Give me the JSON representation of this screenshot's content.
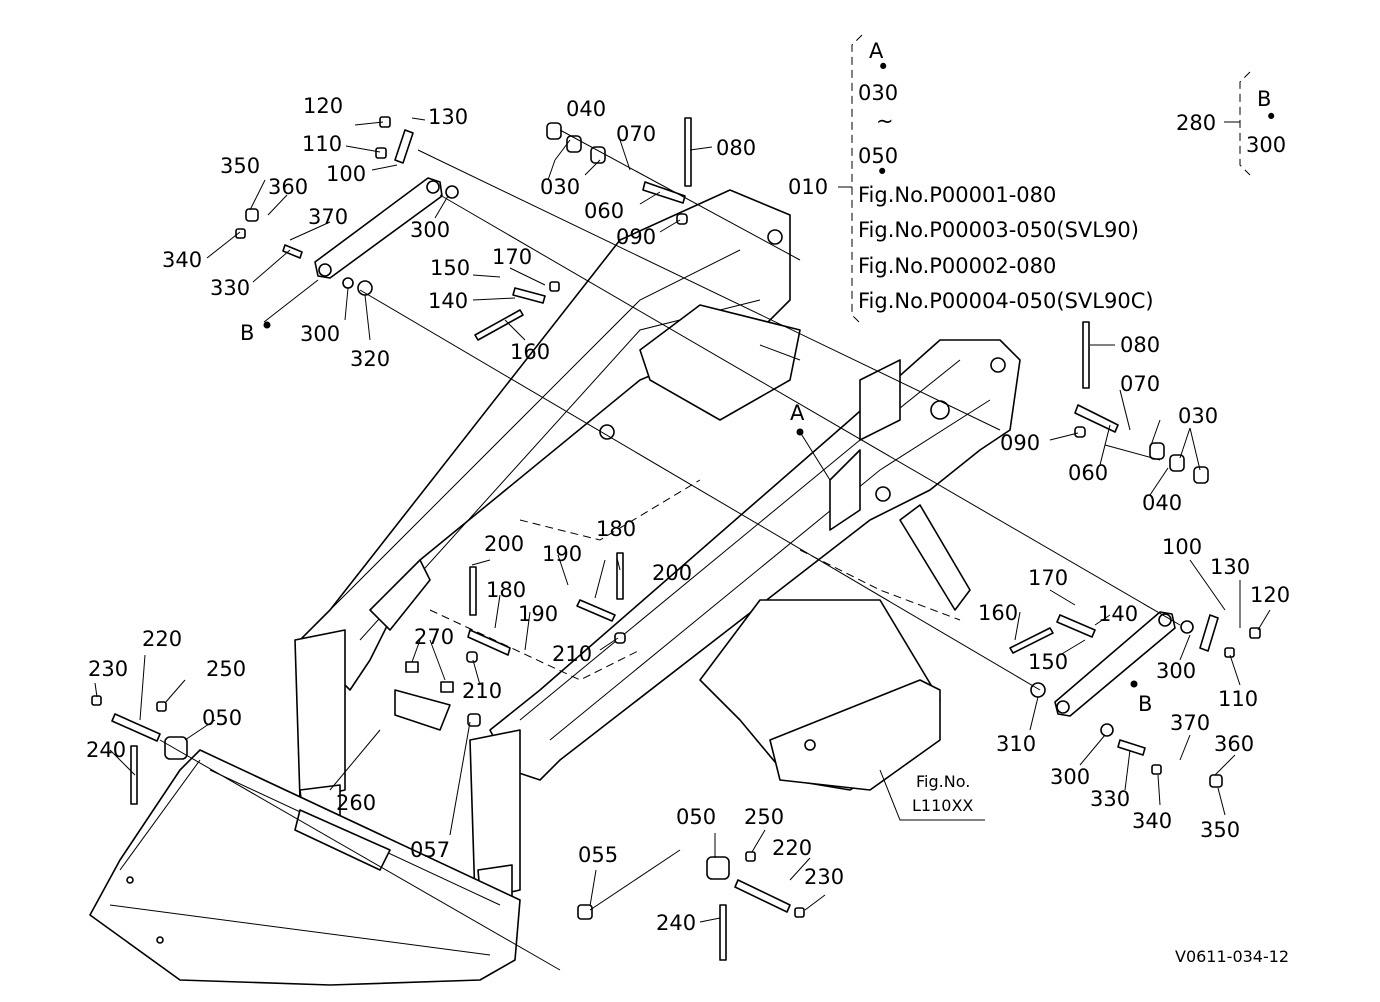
{
  "diagram": {
    "drawing_number": "V0611-034-12",
    "ref_box": {
      "fig_label_line1": "Fig.No.",
      "fig_label_line2": "L110XX"
    },
    "group_a": {
      "label": "A",
      "dot": "•",
      "line1": "030",
      "tilde": "~",
      "line2": "050"
    },
    "group_b": {
      "lead": "280",
      "label": "B",
      "dot": "•",
      "line1": "300"
    },
    "main_ref": {
      "number": "010",
      "figs": [
        "Fig.No.P00001-080",
        "Fig.No.P00003-050(SVL90)",
        "Fig.No.P00002-080",
        "Fig.No.P00004-050(SVL90C)"
      ]
    },
    "callouts": [
      {
        "id": "c120a",
        "text": "120"
      },
      {
        "id": "c130a",
        "text": "130"
      },
      {
        "id": "c110a",
        "text": "110"
      },
      {
        "id": "c100a",
        "text": "100"
      },
      {
        "id": "c350a",
        "text": "350"
      },
      {
        "id": "c360a",
        "text": "360"
      },
      {
        "id": "c370a",
        "text": "370"
      },
      {
        "id": "c340a",
        "text": "340"
      },
      {
        "id": "c330a",
        "text": "330"
      },
      {
        "id": "cBa",
        "text": "B"
      },
      {
        "id": "c300a",
        "text": "300"
      },
      {
        "id": "c300b",
        "text": "300"
      },
      {
        "id": "c320",
        "text": "320"
      },
      {
        "id": "c040a",
        "text": "040"
      },
      {
        "id": "c070a",
        "text": "070"
      },
      {
        "id": "c080a",
        "text": "080"
      },
      {
        "id": "c030a",
        "text": "030"
      },
      {
        "id": "c060a",
        "text": "060"
      },
      {
        "id": "c090a",
        "text": "090"
      },
      {
        "id": "c150a",
        "text": "150"
      },
      {
        "id": "c170a",
        "text": "170"
      },
      {
        "id": "c140a",
        "text": "140"
      },
      {
        "id": "c160a",
        "text": "160"
      },
      {
        "id": "cA",
        "text": "A"
      },
      {
        "id": "c080b",
        "text": "080"
      },
      {
        "id": "c070b",
        "text": "070"
      },
      {
        "id": "c030b",
        "text": "030"
      },
      {
        "id": "c090b",
        "text": "090"
      },
      {
        "id": "c060b",
        "text": "060"
      },
      {
        "id": "c040b",
        "text": "040"
      },
      {
        "id": "c180a",
        "text": "180"
      },
      {
        "id": "c200a",
        "text": "200"
      },
      {
        "id": "c190a",
        "text": "190"
      },
      {
        "id": "c200b",
        "text": "200"
      },
      {
        "id": "c180b",
        "text": "180"
      },
      {
        "id": "c190b",
        "text": "190"
      },
      {
        "id": "c210a",
        "text": "210"
      },
      {
        "id": "c210b",
        "text": "210"
      },
      {
        "id": "c270",
        "text": "270"
      },
      {
        "id": "c220a",
        "text": "220"
      },
      {
        "id": "c230a",
        "text": "230"
      },
      {
        "id": "c250a",
        "text": "250"
      },
      {
        "id": "c050a",
        "text": "050"
      },
      {
        "id": "c240a",
        "text": "240"
      },
      {
        "id": "c260",
        "text": "260"
      },
      {
        "id": "c057",
        "text": "057"
      },
      {
        "id": "c055",
        "text": "055"
      },
      {
        "id": "c050b",
        "text": "050"
      },
      {
        "id": "c250b",
        "text": "250"
      },
      {
        "id": "c220b",
        "text": "220"
      },
      {
        "id": "c230b",
        "text": "230"
      },
      {
        "id": "c240b",
        "text": "240"
      },
      {
        "id": "c100b",
        "text": "100"
      },
      {
        "id": "c130b",
        "text": "130"
      },
      {
        "id": "c120b",
        "text": "120"
      },
      {
        "id": "c170b",
        "text": "170"
      },
      {
        "id": "c140b",
        "text": "140"
      },
      {
        "id": "c160b",
        "text": "160"
      },
      {
        "id": "c150b",
        "text": "150"
      },
      {
        "id": "c300c",
        "text": "300"
      },
      {
        "id": "c110b",
        "text": "110"
      },
      {
        "id": "cBb",
        "text": "B"
      },
      {
        "id": "c310",
        "text": "310"
      },
      {
        "id": "c370b",
        "text": "370"
      },
      {
        "id": "c360b",
        "text": "360"
      },
      {
        "id": "c300d",
        "text": "300"
      },
      {
        "id": "c330b",
        "text": "330"
      },
      {
        "id": "c340b",
        "text": "340"
      },
      {
        "id": "c350b",
        "text": "350"
      }
    ]
  }
}
